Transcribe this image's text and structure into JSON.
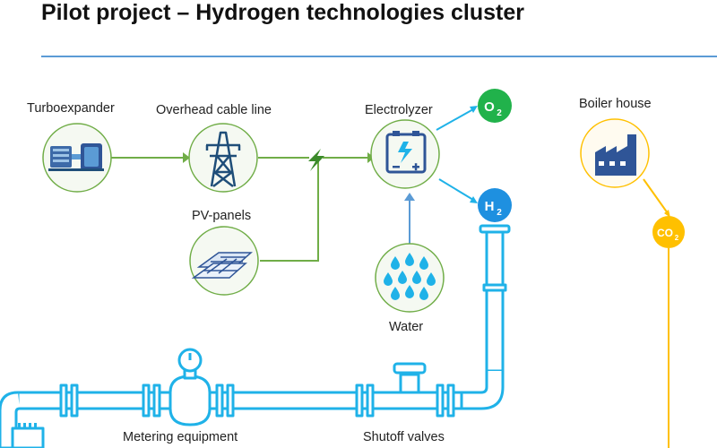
{
  "slide": {
    "title": "Pilot project – Hydrogen technologies cluster"
  },
  "nodes": {
    "turboexpander": "Turboexpander",
    "cable": "Overhead cable line",
    "pv": "PV-panels",
    "electrolyzer": "Electrolyzer",
    "water": "Water",
    "boiler": "Boiler house",
    "o2": "O",
    "o2_sub": "2",
    "h2": "H",
    "h2_sub": "2",
    "co2": "CO",
    "co2_sub": "2"
  },
  "pipeline": {
    "metering": "Metering equipment",
    "valves": "Shutoff valves"
  },
  "colors": {
    "green_line": "#70ad47",
    "blue_line": "#5b9bd5",
    "cyan": "#1fb2e8",
    "navy": "#1f4e79",
    "o2_green": "#21b24b",
    "h2_blue": "#1e90e0",
    "yellow": "#ffc000",
    "circle_bg": "#f5f9f2"
  },
  "icons": {
    "turboexpander": "turbine-icon",
    "cable": "power-tower-icon",
    "pv": "solar-panel-icon",
    "electrolyzer": "battery-icon",
    "water": "droplets-icon",
    "boiler": "factory-icon",
    "junction": "lightning-icon"
  }
}
